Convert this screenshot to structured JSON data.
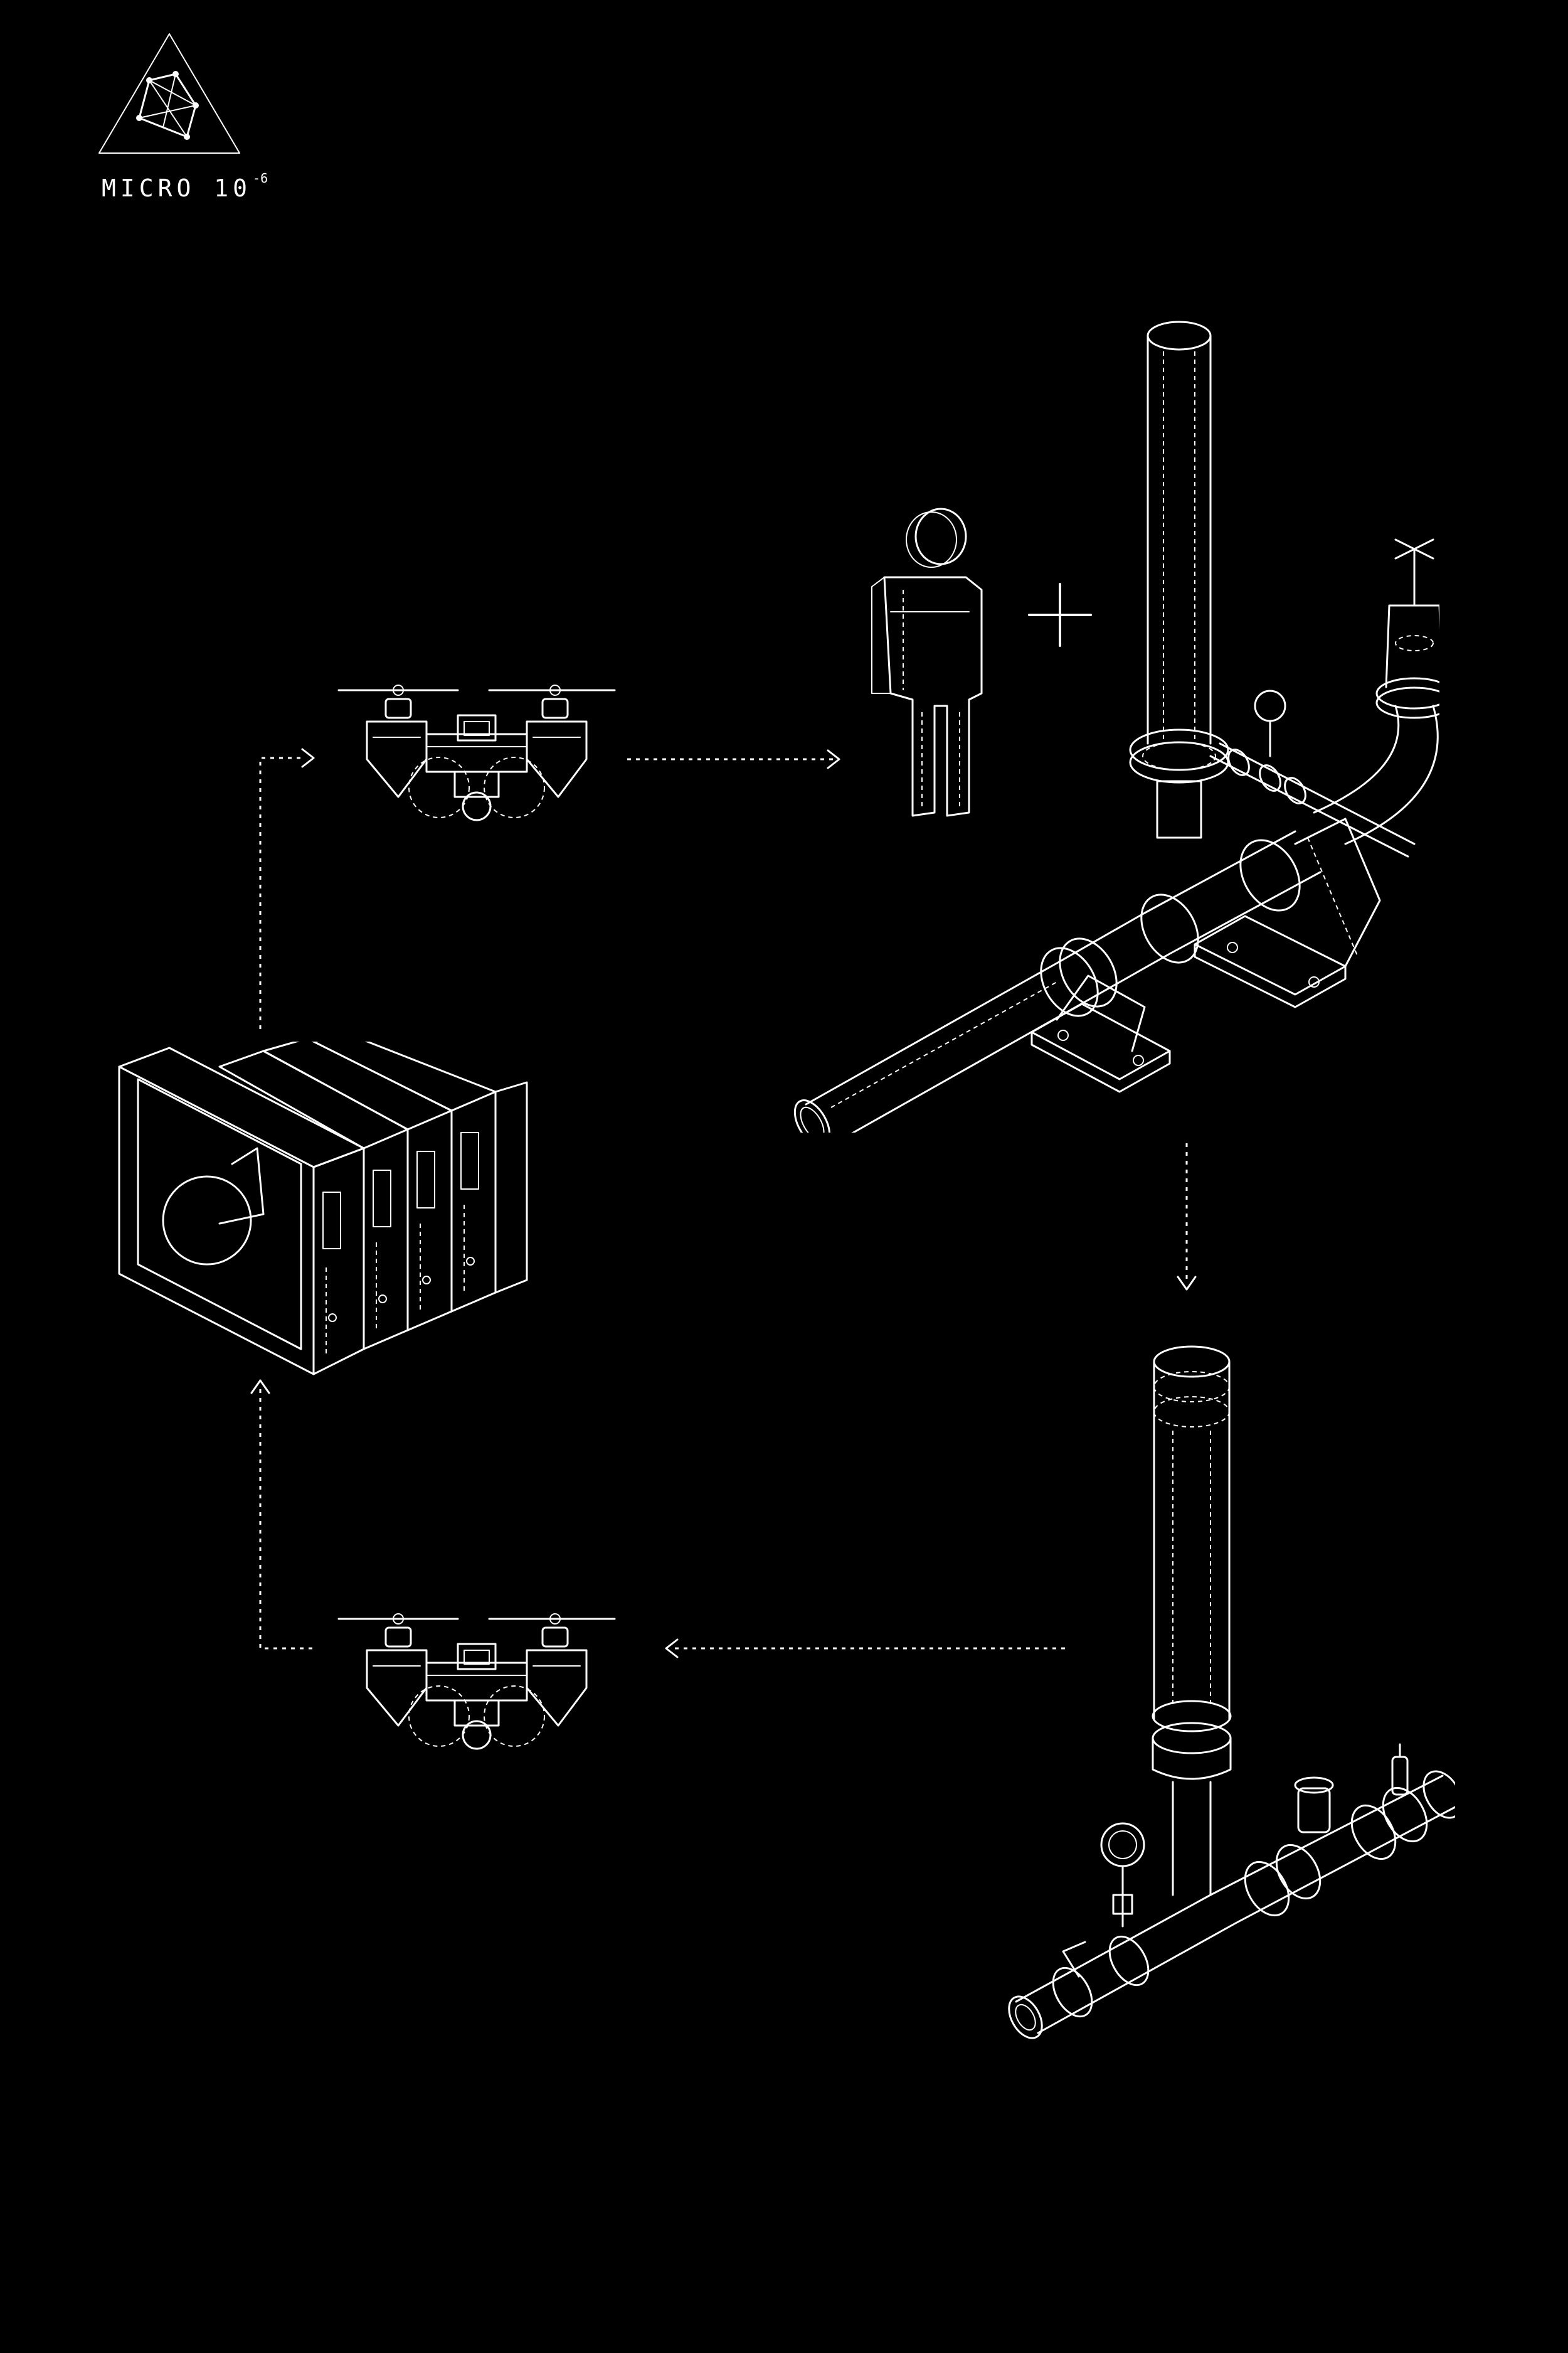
{
  "logo": {
    "label": "MICRO 10",
    "exponent": "-6",
    "icon": "triangle-network-icon"
  },
  "diagram": {
    "nodes": [
      "drone-top",
      "person-icon",
      "plus-icon",
      "filtration-pipe-assembly",
      "sample-tube-assembly",
      "drone-bottom",
      "equipment-rack"
    ],
    "colors": {
      "background": "#000000",
      "line": "#ffffff"
    }
  }
}
